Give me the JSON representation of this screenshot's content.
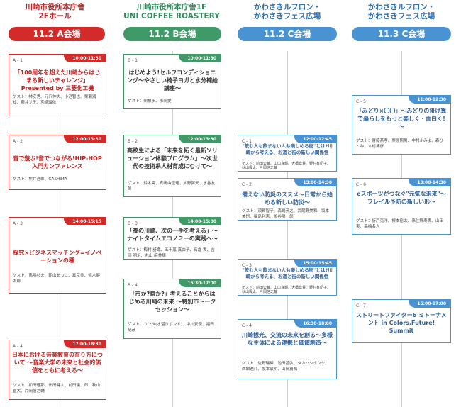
{
  "columns": [
    {
      "header_line1": "川崎市役所本庁舎",
      "header_line2": "2Fホール",
      "pill": "11.2 A会場"
    },
    {
      "header_line1": "川崎市役所本庁舎1F",
      "header_line2": "UNI COFFEE ROASTERY",
      "pill": "11.2 B会場"
    },
    {
      "header_line1": "かわさきルフロン・",
      "header_line2": "かわさきフェス広場",
      "pill": "11.2 C会場"
    },
    {
      "header_line1": "かわさきルフロン・",
      "header_line2": "かわさきフェス広場",
      "pill": "11.3 C会場"
    }
  ],
  "sessions": {
    "a1": {
      "code": "A - 1",
      "time": "10:00-11:30",
      "title": "「100周年を超えた川崎からはじまる新しいチャレンジ」Presented by 三菱化工機",
      "guest": "ゲスト：林安秀、元沢伸夫、小池智也、栗瀬満知、藤井サチ、宮﨑瑠依"
    },
    "a2": {
      "code": "A - 2",
      "time": "12:00-13:30",
      "title": "音で遊ぶ!音でつながる!HIP-HOP入門カンファレンス",
      "guest": "ゲスト：熊井吾郎、GASHIMA"
    },
    "a3": {
      "code": "A - 3",
      "time": "14:00-15:15",
      "title": "探究×ビジネスマッチング=イノベーションの種",
      "guest": "ゲスト：馬場杉夫、朝山あつこ、真京美、恒木健太郎"
    },
    "a4": {
      "code": "A - 4",
      "time": "17:00-18:30",
      "title": "日本における音楽教育の在り方について ～音楽大学の未来と社会的価値をともに考える～",
      "guest": "ゲスト：和田理那、出田健人、前田建二郎、秋山直大、片岡信之輔"
    },
    "b1": {
      "code": "B - 1",
      "time": "10:00-11:30",
      "title": "はじめよう!セルフコンディショニング～やさしい椅子ヨガと水分補給講座～",
      "guest": "ゲスト：関根歩、永岡愛"
    },
    "b2": {
      "code": "B - 2",
      "time": "12:00-13:30",
      "title": "高校生による「未来を拓く最新ソリューション体験プログラム」～次世代の技術系人材育成にむけて～",
      "guest": "ゲスト：鈴木亮、真嶋由佳理、大野翼矢、水谷友郎"
    },
    "b3": {
      "code": "B - 3",
      "time": "14:00-15:00",
      "title": "「夜の川崎、次の一手を考える」～ナイトタイムエコノミーの実践へ～",
      "guest": "ゲスト：梅村 詩織、五十嵐 真由子、石倉 実、吉岡 明治、丸山 麻美穂"
    },
    "b4": {
      "code": "B - 4",
      "time": "15:30-17:00",
      "title": "「市か?県か?」考えることからはじめる川崎の未来 ～特別市トークセッション～",
      "guest": "ゲスト：カンタ(水溜りボンド)、中川安奈、福田紀彦"
    },
    "c1": {
      "code": "C - 1",
      "time": "12:00-12:45",
      "title": "\"飲む人も飲まない人も楽しめる街\"とは?川崎から考える、お酒と街の新しい関係性",
      "guest": "ゲスト：前田公輔、山口真輝、大橋総貴、野村有紀子、秋山颯太、片岡信之輔"
    },
    "c2": {
      "code": "C - 2",
      "time": "13:00-14:30",
      "title": "備えない防災のススメ～日常から始める新しい防災～",
      "guest": "ゲスト：須賀智子、森嶋英之、武蔵野美和、坂本 美悟、福島利恵、参谷陽一郎"
    },
    "c3": {
      "code": "C - 3",
      "time": "15:00-15:45",
      "title": "\"飲む人も飲まない人も楽しめる街\"とは?川崎から考える、お酒と街の新しい関係性",
      "guest": "ゲスト：前田公輔、山口真輝、大橋総貴、野村有紀子、秋山颯太、片岡信之輔"
    },
    "c4": {
      "code": "C - 4",
      "time": "16:30-18:00",
      "title": "川崎観光、交流の未来を創る～多様な主体による連携と価値創造～",
      "guest": "ゲスト：佐野瑞稀、池田昌弘、タカハシタツヤ、西舘遼介、坂本敏明、山岡勇祐"
    },
    "c5": {
      "code": "C - 5",
      "time": "11:00-12:30",
      "title": "「みどり×〇〇」～みどりの掛け算で暮らしをもっと楽しく・面白く!～",
      "guest": "ゲスト：齋藤燕孝、栗原照男、中村ふみよ、森ひとみ、木村博彦"
    },
    "c6": {
      "code": "C - 6",
      "time": "13:00-14:30",
      "title": "eスポーツがつなぐ\"元気な未来\"～フレイル予防の新しい形～",
      "guest": "ゲスト：折戸克洋、根本裕太、来住野寿実、山田実、高橋名人"
    },
    "c7": {
      "code": "C - 7",
      "time": "16:00-17:00",
      "title": "ストリートファイター6 ミトーナメント in Colors,Future! Summit",
      "guest": ""
    }
  }
}
